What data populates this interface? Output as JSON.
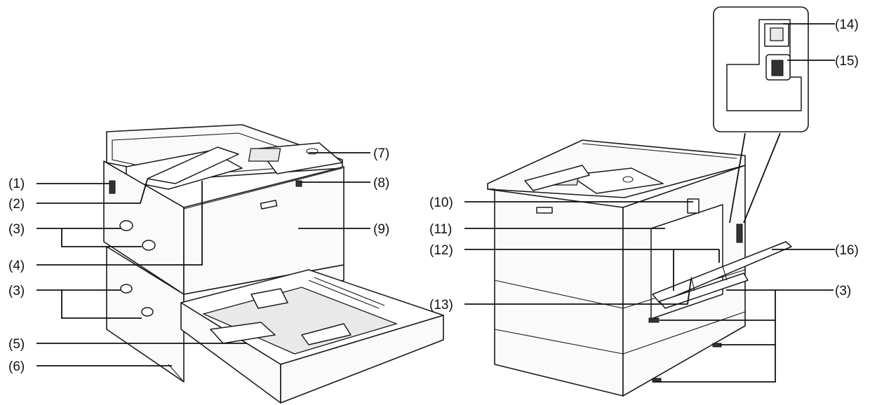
{
  "callouts": {
    "c1": "(1)",
    "c2": "(2)",
    "c3a": "(3)",
    "c4": "(4)",
    "c3b": "(3)",
    "c5": "(5)",
    "c6": "(6)",
    "c7": "(7)",
    "c8": "(8)",
    "c9": "(9)",
    "c10": "(10)",
    "c11": "(11)",
    "c12": "(12)",
    "c13": "(13)",
    "c14": "(14)",
    "c15": "(15)",
    "c16": "(16)",
    "c3c": "(3)"
  }
}
